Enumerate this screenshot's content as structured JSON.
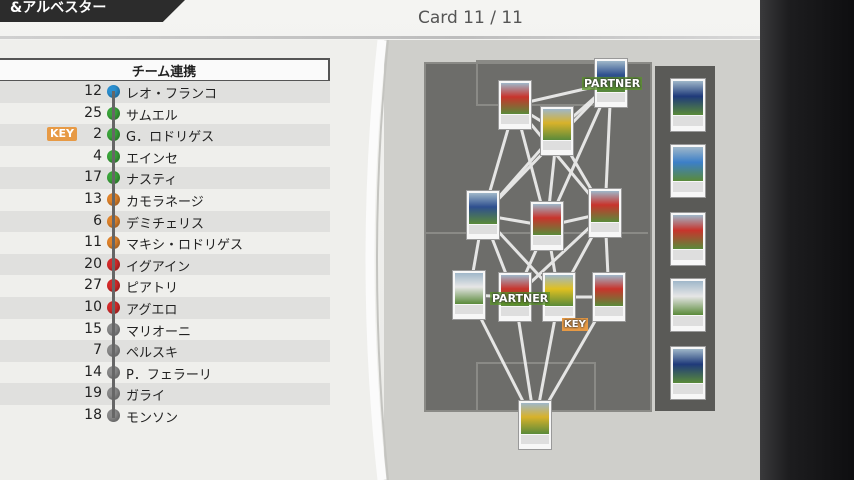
{
  "header": {
    "title_partial": "&アルベスター",
    "card_counter": "Card 11 / 11"
  },
  "team_link": {
    "header": "チーム連携",
    "players": [
      {
        "number": "12",
        "name": "レオ・フランコ",
        "color": "#2a8fd0",
        "key": ""
      },
      {
        "number": "25",
        "name": "サムエル",
        "color": "#3aa43a",
        "key": ""
      },
      {
        "number": "2",
        "name": "G．ロドリゲス",
        "color": "#3aa43a",
        "key": "KEY"
      },
      {
        "number": "4",
        "name": "エインセ",
        "color": "#3aa43a",
        "key": ""
      },
      {
        "number": "17",
        "name": "ナスティ",
        "color": "#3aa43a",
        "key": ""
      },
      {
        "number": "13",
        "name": "カモラネージ",
        "color": "#e0832a",
        "key": ""
      },
      {
        "number": "6",
        "name": "デミチェリス",
        "color": "#e0832a",
        "key": ""
      },
      {
        "number": "11",
        "name": "マキシ・ロドリゲス",
        "color": "#e0832a",
        "key": ""
      },
      {
        "number": "20",
        "name": "イグアイン",
        "color": "#d42a2a",
        "key": ""
      },
      {
        "number": "27",
        "name": "ピアトリ",
        "color": "#d42a2a",
        "key": ""
      },
      {
        "number": "10",
        "name": "アグエロ",
        "color": "#d42a2a",
        "key": ""
      },
      {
        "number": "15",
        "name": "マリオーニ",
        "color": "#8a8a8a",
        "key": ""
      },
      {
        "number": "7",
        "name": "ペルスキ",
        "color": "#8a8a8a",
        "key": ""
      },
      {
        "number": "14",
        "name": "P．フェラーリ",
        "color": "#8a8a8a",
        "key": ""
      },
      {
        "number": "19",
        "name": "ガライ",
        "color": "#8a8a8a",
        "key": ""
      },
      {
        "number": "18",
        "name": "モンソン",
        "color": "#8a8a8a",
        "key": ""
      }
    ]
  },
  "pitch": {
    "partner_label": "PARTNER",
    "key_label": "KEY",
    "cards": [
      {
        "color": "#c8342c"
      },
      {
        "color": "#d8b22a"
      },
      {
        "color": "#2e4f8f"
      },
      {
        "color": "#2e4f8f"
      },
      {
        "color": "#c8342c"
      },
      {
        "color": "#c8342c"
      },
      {
        "color": "#e6e6e6"
      },
      {
        "color": "#c8342c"
      },
      {
        "color": "#e0c020"
      },
      {
        "color": "#c8342c"
      },
      {
        "color": "#d8b22a"
      }
    ],
    "bench_cards": [
      {
        "color": "#1f3a7a"
      },
      {
        "color": "#3c7fc8"
      },
      {
        "color": "#c8342c"
      },
      {
        "color": "#e6e6e6"
      },
      {
        "color": "#1f3a7a"
      }
    ]
  }
}
